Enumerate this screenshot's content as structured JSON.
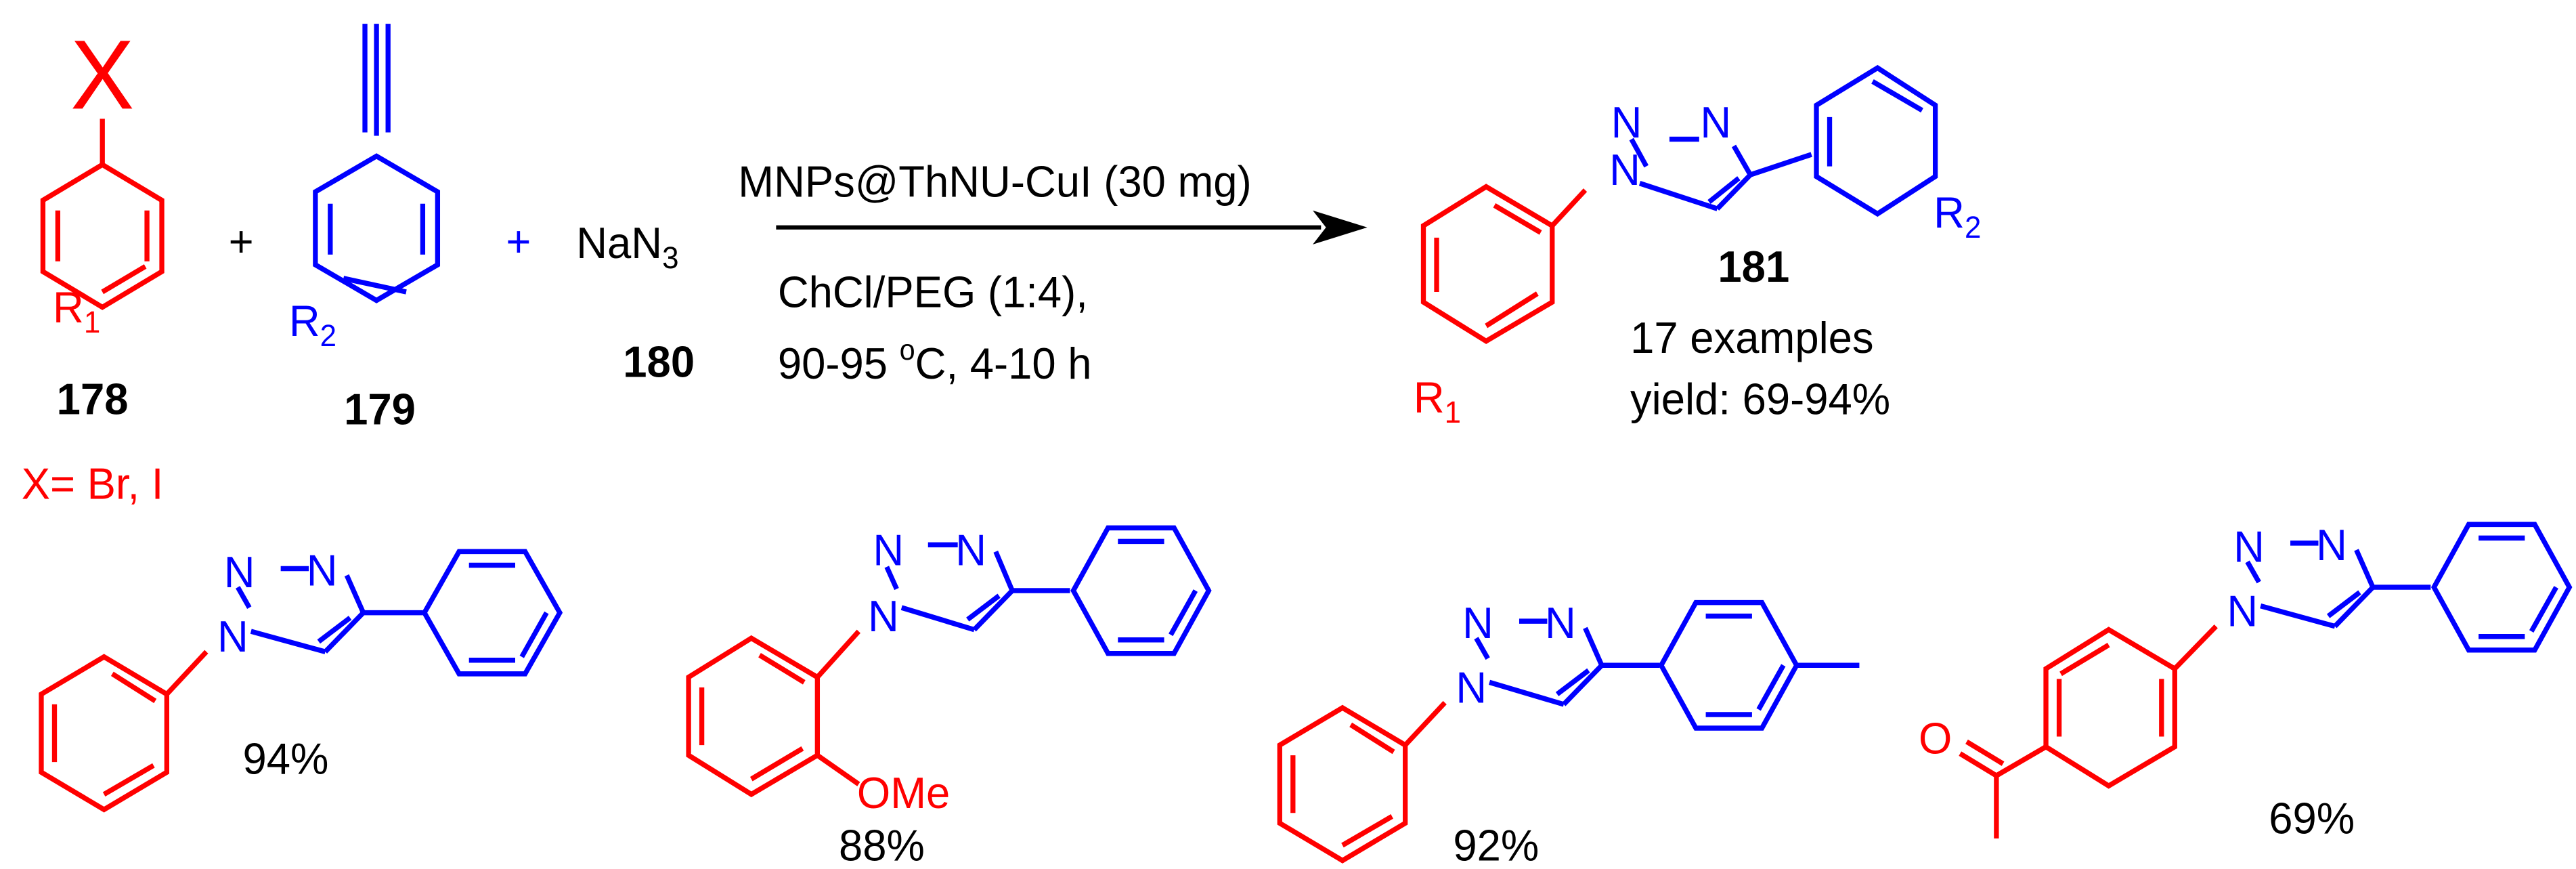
{
  "colors": {
    "red": "#ff0000",
    "blue": "#0000ff",
    "black": "#000000"
  },
  "reactants": {
    "aryl_halide": {
      "atom": "X",
      "substituent": "R",
      "substituent_sub": "1",
      "number": "178",
      "note": "X= Br, I"
    },
    "alkyne": {
      "substituent": "R",
      "substituent_sub": "2",
      "number": "179"
    },
    "azide": {
      "formula": "NaN",
      "formula_sub": "3",
      "number": "180"
    },
    "plus": "+"
  },
  "conditions": {
    "catalyst": "MNPs@ThNU-CuI (30 mg)",
    "solvent": "ChCl/PEG (1:4),",
    "temp_prefix": "90-95 ",
    "temp_sup": "o",
    "temp_suffix": "C, 4-10 h"
  },
  "product": {
    "number": "181",
    "r1": "R",
    "r1_sub": "1",
    "r2": "R",
    "r2_sub": "2",
    "examples": "17 examples",
    "yield": "yield: 69-94%"
  },
  "triazole_atoms": {
    "n": "N",
    "hyphen": "-",
    "dash": "–"
  },
  "examples": [
    {
      "yield": "94%",
      "substituent": ""
    },
    {
      "yield": "88%",
      "substituent": "OMe"
    },
    {
      "yield": "92%",
      "substituent": ""
    },
    {
      "yield": "69%",
      "substituent": "O"
    }
  ]
}
